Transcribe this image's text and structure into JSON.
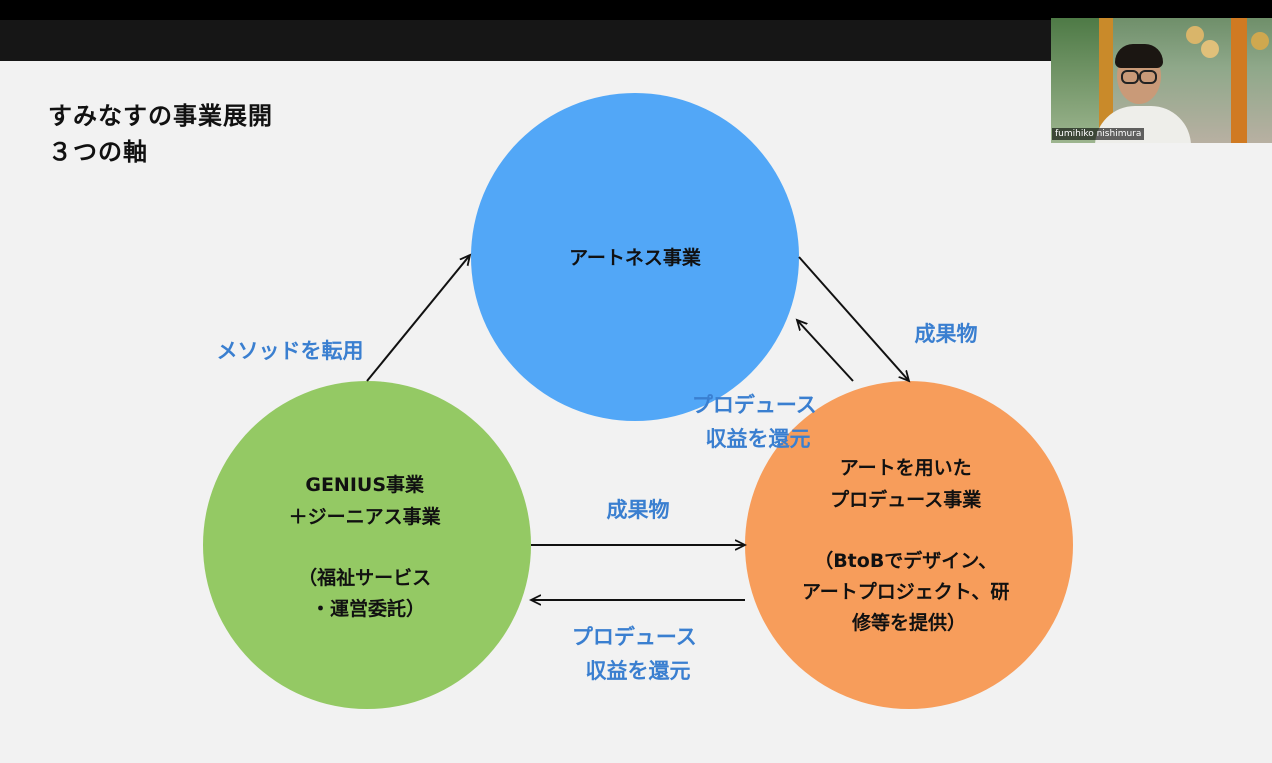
{
  "slide": {
    "title_line1": "すみなすの事業展開",
    "title_line2": "３つの軸"
  },
  "nodes": {
    "artness": {
      "label": "アートネス事業",
      "color": "#52a7f7"
    },
    "genius": {
      "lines": [
        "GENIUS事業",
        "＋ジーニアス事業",
        "",
        "（福祉サービス",
        "・運営委託）"
      ],
      "color": "#94c964"
    },
    "produce": {
      "lines": [
        "アートを用いた",
        "プロデュース事業",
        "",
        "（BtoBでデザイン、",
        "アートプロジェクト、研",
        "修等を提供）"
      ],
      "color": "#f79d5b"
    }
  },
  "edges": {
    "genius_to_artness": "メソッドを転用",
    "artness_to_produce": "成果物",
    "produce_to_artness": [
      "プロデュース",
      "収益を還元"
    ],
    "genius_to_produce": "成果物",
    "produce_to_genius": [
      "プロデュース",
      "収益を還元"
    ]
  },
  "colors": {
    "edge_label": "#3a7fd0"
  },
  "video": {
    "name": "fumihiko nishimura"
  }
}
